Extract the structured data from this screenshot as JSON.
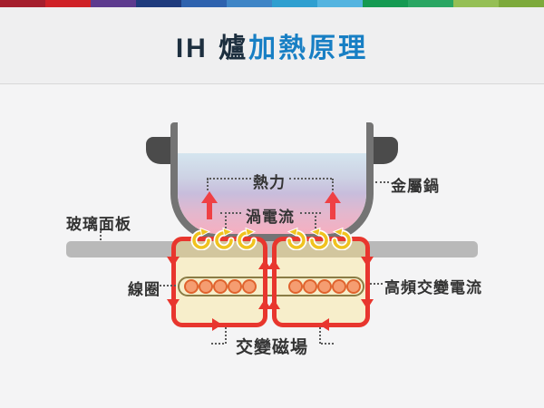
{
  "stripe": {
    "colors": [
      "#a51e2d",
      "#cf2127",
      "#5d3a8e",
      "#1f3b7d",
      "#2e62ae",
      "#3f85c6",
      "#2f9fd0",
      "#54b4e0",
      "#159a52",
      "#2aa663",
      "#95bf55",
      "#7daa3c"
    ]
  },
  "header": {
    "title_prefix": "IH 爐",
    "title_suffix": "加熱原理",
    "prefix_color": "#1d2f3f",
    "suffix_color": "#187fc4"
  },
  "diagram": {
    "labels": {
      "heat": "熱力",
      "eddy_current": "渦電流",
      "metal_pot": "金屬鍋",
      "glass_panel": "玻璃面板",
      "coil": "線圈",
      "hf_current": "高頻交變電流",
      "alt_field": "交變磁場"
    },
    "counts": {
      "coil_turns_per_side": 5,
      "eddy_circles_per_side": 3
    },
    "colors": {
      "loop_red": "#e8362e",
      "loop_fill": "#f7eecb",
      "coil_circle": "#f59d71",
      "coil_circle_stroke": "#e0632d",
      "eddy_yellow": "#f0c31f",
      "glass_panel_gray": "#b9b9b9",
      "pot_gray": "#747474",
      "handle_gray": "#4b4b4b",
      "heat_arrow_red": "#ef4044"
    }
  }
}
